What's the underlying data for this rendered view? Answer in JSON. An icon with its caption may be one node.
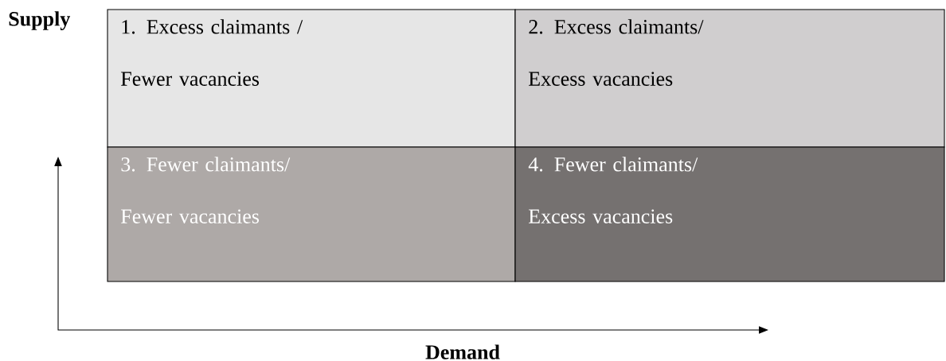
{
  "diagram": {
    "nodes": [
      {
        "text": [
          "1. Excess claimants / Fewer vacancies"
        ]
      },
      {
        "text": [
          "2. Excess claimants/ Excess vacancies"
        ]
      },
      {
        "text": [
          "3. Fewer claimants/ Fewer vacancies"
        ]
      },
      {
        "text": [
          "4. Fewer claimants/ Excess vacancies"
        ]
      }
    ],
    "labels": [
      "Supply",
      "Demand"
    ]
  }
}
